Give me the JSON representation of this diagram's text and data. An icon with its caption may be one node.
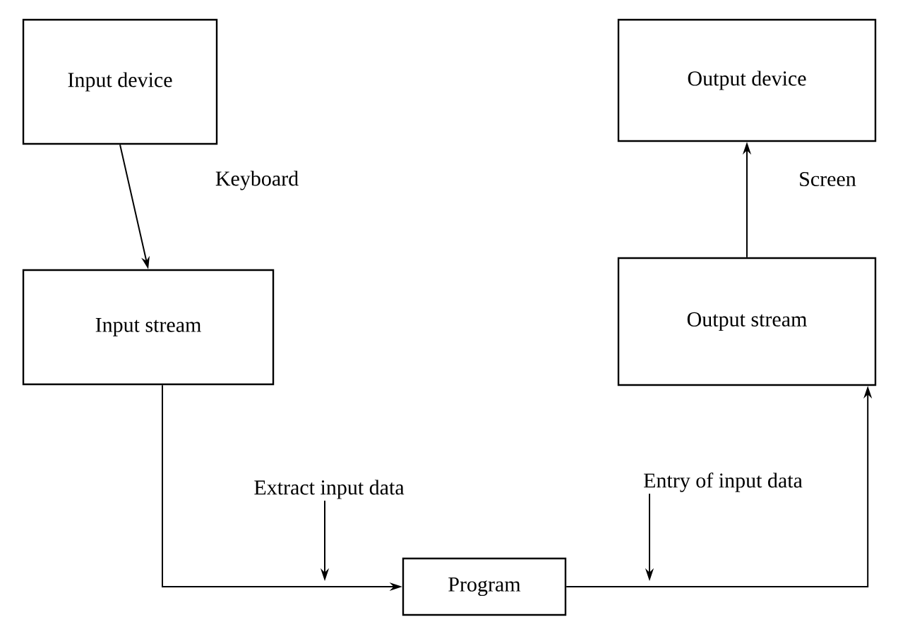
{
  "diagram": {
    "nodes": [
      {
        "text": [
          "Input device"
        ]
      },
      {
        "text": [
          "Input stream"
        ]
      },
      {
        "text": [
          "Output device"
        ]
      },
      {
        "text": [
          "Output stream"
        ]
      },
      {
        "text": [
          "Program"
        ]
      },
      {
        "text": [
          "Extract input data"
        ]
      },
      {
        "text": [
          "Entry of input data"
        ]
      }
    ],
    "edges": [
      {
        "from": 0,
        "to": 1,
        "arrow": "to",
        "label": "Keyboard"
      },
      {
        "from": 1,
        "to": 4,
        "arrow": "to"
      },
      {
        "from": 4,
        "to": 3,
        "arrow": "to"
      },
      {
        "from": 3,
        "to": 2,
        "arrow": "to",
        "label": "Screen"
      },
      {
        "from": 5,
        "to": null,
        "arrow": "to"
      },
      {
        "from": 6,
        "to": null,
        "arrow": "to"
      }
    ]
  }
}
